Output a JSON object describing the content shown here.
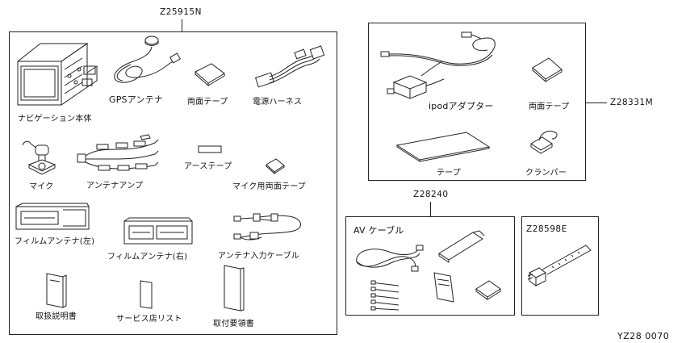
{
  "kits": {
    "main": {
      "code": "Z25915N",
      "parts": [
        "ナビゲーション本体",
        "GPSアンテナ",
        "両面テープ",
        "電源ハーネス",
        "マイク",
        "アンテナアンプ",
        "アーステープ",
        "マイク用両面テープ",
        "フィルムアンテナ(左)",
        "フィルムアンテナ(右)",
        "アンテナ入力ケーブル",
        "取扱説明書",
        "サービス店リスト",
        "取付要領書"
      ]
    },
    "ipod": {
      "code": "Z28331M",
      "parts": [
        "ipodアダプター",
        "両面テープ",
        "テープ",
        "クランパー"
      ]
    },
    "av": {
      "code": "Z28240",
      "parts": [
        "AV ケーブル"
      ]
    },
    "tie": {
      "code": "Z28598E"
    }
  },
  "figure_id": "YZ28 0070"
}
